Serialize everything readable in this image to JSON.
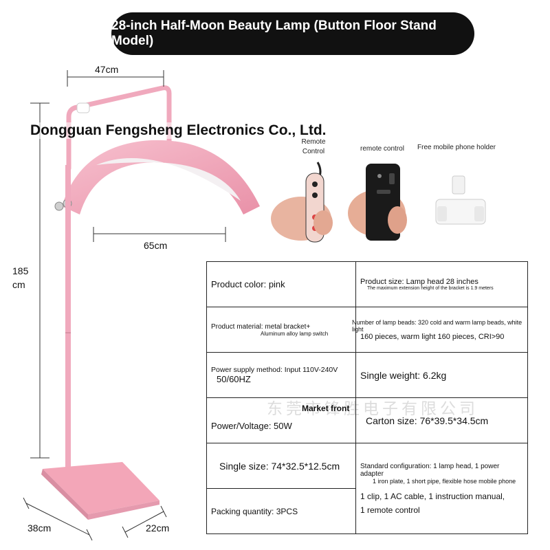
{
  "title": "28-inch Half-Moon Beauty Lamp (Button Floor Stand Model)",
  "company": "Dongguan Fengsheng Electronics Co., Ltd.",
  "watermark": "东莞市锋胜电子有限公司",
  "dimensions": {
    "top_width": "47cm",
    "head_width": "65cm",
    "height_value": "185",
    "height_unit": "cm",
    "base_length": "38cm",
    "base_width": "22cm"
  },
  "accessories": {
    "remote_control_line1": "Remote",
    "remote_control_line2": "Control",
    "remote_control_2": "remote control",
    "phone_holder": "Free mobile phone holder"
  },
  "specs": {
    "color": "Product color: pink",
    "size_line1": "Product size: Lamp head 28 inches",
    "size_line2": "The maximum extension height of the bracket is 1.9 meters",
    "material_line1": "Product material: metal bracket+",
    "material_line2": "Aluminum alloy lamp switch",
    "beads_line1": "Number of lamp beads: 320 cold and warm lamp beads, white light",
    "beads_line2": "160 pieces, warm light 160 pieces, CRI>90",
    "power_line1": "Power supply method: Input 110V-240V",
    "power_line2": "50/60HZ",
    "weight": "Single weight: 6.2kg",
    "market": "Market front",
    "voltage": "Power/Voltage: 50W",
    "carton": "Carton size: 76*39.5*34.5cm",
    "single_size": "Single size: 74*32.5*12.5cm",
    "config_line1": "Standard configuration: 1 lamp head, 1 power adapter",
    "config_line2": "1 iron plate, 1 short pipe, flexible hose mobile phone",
    "config_line3": "1 clip, 1 AC cable, 1 instruction manual,",
    "config_line4": "1 remote control",
    "packing": "Packing quantity: 3PCS"
  },
  "colors": {
    "lamp_pink": "#f0a9bd",
    "panel_white": "#f4f0f2",
    "title_bg": "#111111"
  }
}
